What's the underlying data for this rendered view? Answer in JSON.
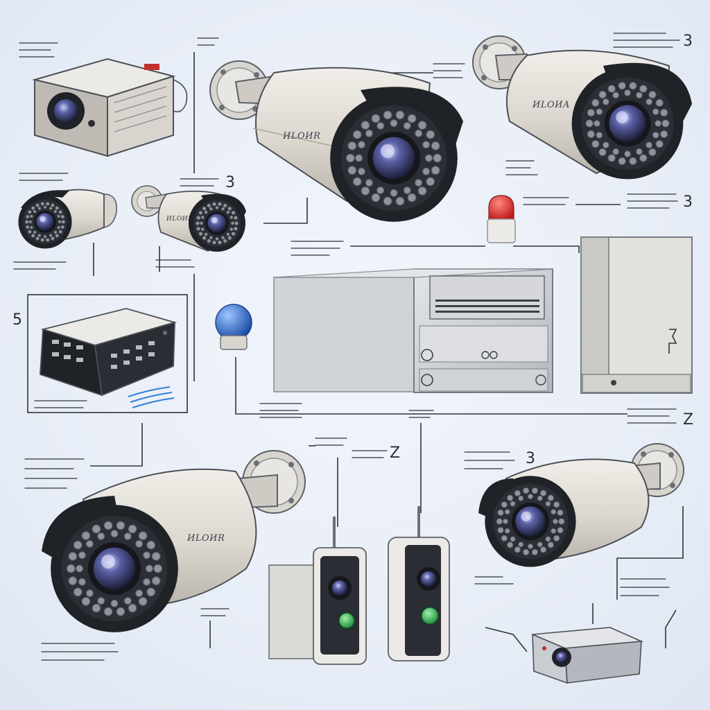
{
  "diagram": {
    "camera_brand_marks": [
      "ИLOИR",
      "ИLOИA",
      "ИLOИR",
      "ИLOИR"
    ],
    "callout_glyphs": [
      "3",
      "3",
      "5",
      "3",
      "Z",
      "3",
      "Z"
    ],
    "colors": {
      "background": "#e9eef7",
      "camera_body": "#dcd7cf",
      "camera_dark": "#24272c",
      "lens": "#4a4f8a",
      "ir_led": "#8f949c",
      "metal_box": "#c9ccd1",
      "leader_line": "#2f3338",
      "alarm_red": "#d9262a",
      "sensor_blue": "#2d63c8",
      "button_green": "#27a84a"
    },
    "icons": [
      "bullet-camera-icon",
      "nvr-recorder-icon",
      "alarm-siren-icon",
      "motion-sensor-icon",
      "power-supply-box-icon",
      "doorbell-intercom-icon",
      "dvr-box-icon"
    ]
  }
}
